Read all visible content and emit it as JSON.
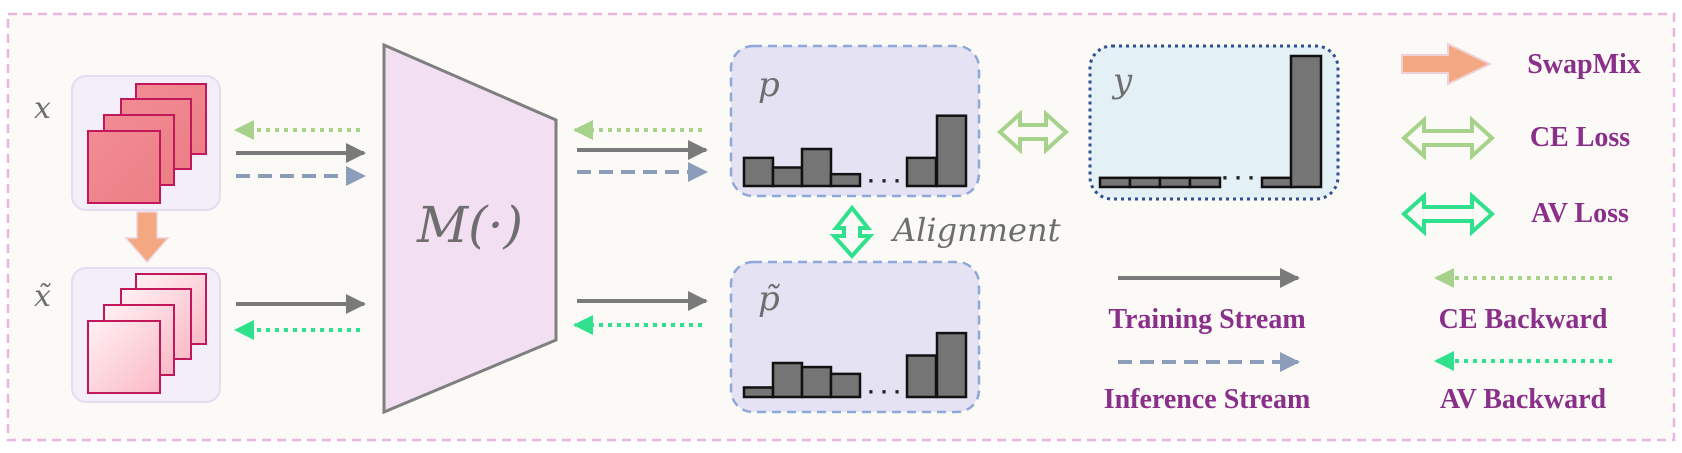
{
  "labels": {
    "x": "x",
    "x_tilde": "x̃",
    "model": "M(·)",
    "p": "p",
    "p_tilde": "p̃",
    "y": "y",
    "alignment": "Alignment",
    "dots": "· · ·"
  },
  "legend": {
    "swapmix": "SwapMix",
    "ce_loss": "CE Loss",
    "av_loss": "AV Loss",
    "training_stream": "Training Stream",
    "inference_stream": "Inference Stream",
    "ce_backward": "CE Backward",
    "av_backward": "AV Backward"
  },
  "histograms": {
    "p": [
      0.38,
      0.25,
      0.5,
      0.16,
      0.38,
      0.95
    ],
    "p_tilde": [
      0.14,
      0.5,
      0.44,
      0.34,
      0.61,
      0.94
    ],
    "y": [
      0.07,
      0.07,
      0.07,
      0.07,
      0.07,
      1.0
    ]
  },
  "colors": {
    "frame_border": "#e8b6e0",
    "background": "#fbfaf6",
    "model_fill": "#f2e0f2",
    "model_stroke": "#7f7f7f",
    "image_front": "#ef8a8f",
    "image_stroke": "#c2185b",
    "image_tilde": "#fdd6dd",
    "dist_fill": "#e5e3f3",
    "dist_border": "#8fa8d8",
    "target_fill": "#e3f0f5",
    "target_border": "#2f4f8f",
    "bar_fill": "#757575",
    "training_arrow": "#7a7a7a",
    "inference_arrow": "#8b9db8",
    "ce_color": "#a6d28b",
    "av_color": "#2fe08c",
    "swapmix_arrow": "#f4a882",
    "legend_text": "#8a2f8a"
  }
}
